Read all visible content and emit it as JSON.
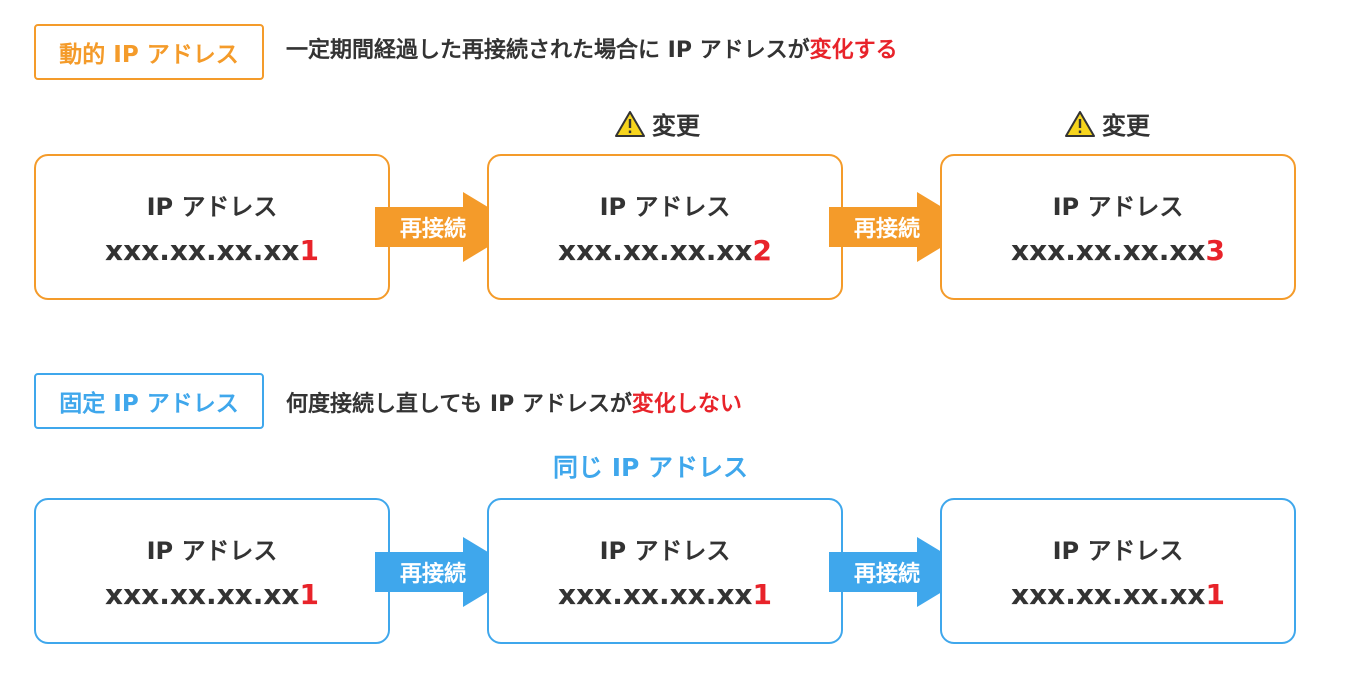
{
  "dynamic": {
    "label": "動的 IP アドレス",
    "desc_prefix": "一定期間経過した再接続された場合に IP アドレスが",
    "desc_highlight": "変化する",
    "change_label": "変更",
    "arrow_label": "再接続",
    "boxes": [
      {
        "title": "IP アドレス",
        "address": "xxx.xx.xx.xx",
        "suffix": "1"
      },
      {
        "title": "IP アドレス",
        "address": "xxx.xx.xx.xx",
        "suffix": "2"
      },
      {
        "title": "IP アドレス",
        "address": "xxx.xx.xx.xx",
        "suffix": "3"
      }
    ]
  },
  "static": {
    "label": "固定 IP アドレス",
    "desc_prefix": "何度接続し直しても IP アドレスが",
    "desc_highlight": "変化しない",
    "same_label": "同じ IP アドレス",
    "arrow_label": "再接続",
    "boxes": [
      {
        "title": "IP アドレス",
        "address": "xxx.xx.xx.xx",
        "suffix": "1"
      },
      {
        "title": "IP アドレス",
        "address": "xxx.xx.xx.xx",
        "suffix": "1"
      },
      {
        "title": "IP アドレス",
        "address": "xxx.xx.xx.xx",
        "suffix": "1"
      }
    ]
  },
  "colors": {
    "dynamic_accent": "#f49b2a",
    "static_accent": "#3fa7ec",
    "highlight": "#e8232a",
    "text": "#333333",
    "warning_fill": "#f7d51d"
  },
  "icons": {
    "change": "warning-icon"
  }
}
